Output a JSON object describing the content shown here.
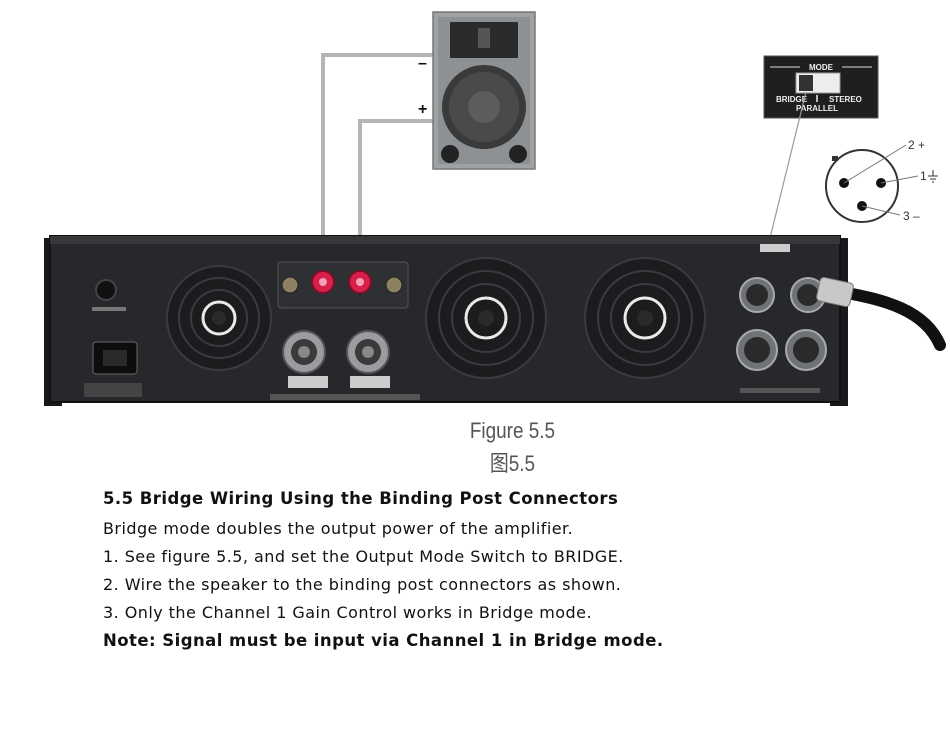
{
  "figure": {
    "speaker": {
      "minus": "–",
      "plus": "+"
    },
    "mode_switch": {
      "title": "MODE",
      "bridge": "BRIDGE",
      "stereo": "STEREO",
      "parallel": "PARALLEL"
    },
    "xlr_pins": {
      "pin2": "2 +",
      "pin1": "1",
      "pin3": "3 –"
    },
    "caption_en": "Figure 5.5",
    "caption_cn": "图5.5"
  },
  "section": {
    "heading": "5.5 Bridge Wiring Using the Binding Post Connectors",
    "intro": "Bridge mode doubles the output power of the amplifier.",
    "steps": [
      "1.  See figure 5.5, and set the Output Mode Switch to BRIDGE.",
      "2.  Wire the speaker to the binding post connectors as shown.",
      "3.  Only the Channel 1 Gain Control works in Bridge mode."
    ],
    "note": "Note: Signal must be input via Channel 1 in Bridge mode."
  },
  "colors": {
    "chassis": "#26282c",
    "binding_post_red": "#d8204a",
    "wire": "#b8b8b8"
  }
}
